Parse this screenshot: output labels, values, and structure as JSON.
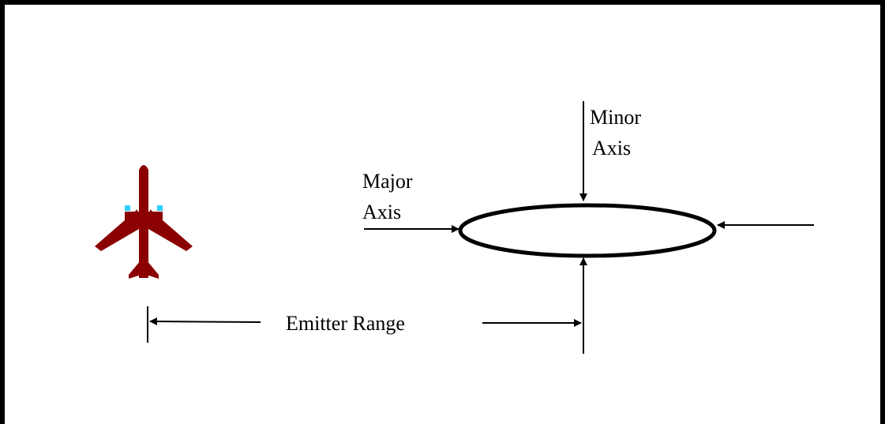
{
  "colors": {
    "background": "#ffffff",
    "stroke": "#000000",
    "aircraft_body": "#8b0000",
    "aircraft_windows": "#33ccff"
  },
  "icons": {
    "aircraft": "airplane-icon"
  },
  "labels": {
    "minor_axis_line1": "Minor",
    "minor_axis_line2": "Axis",
    "major_axis_line1": "Major",
    "major_axis_line2": "Axis",
    "emitter_range": "Emitter Range"
  }
}
